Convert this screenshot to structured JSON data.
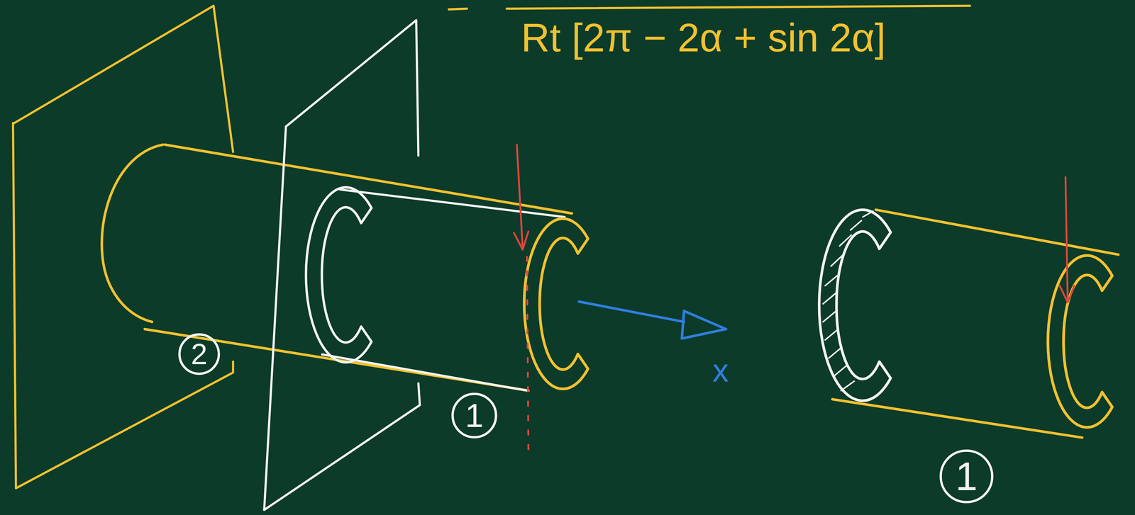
{
  "diagram": {
    "nodes": [
      {
        "text": [
          "2"
        ]
      },
      {
        "text": [
          "1"
        ]
      },
      {
        "text": [
          "1"
        ]
      }
    ],
    "labels": [
      "Rt [2π − 2α + sin 2α]",
      "x"
    ]
  }
}
